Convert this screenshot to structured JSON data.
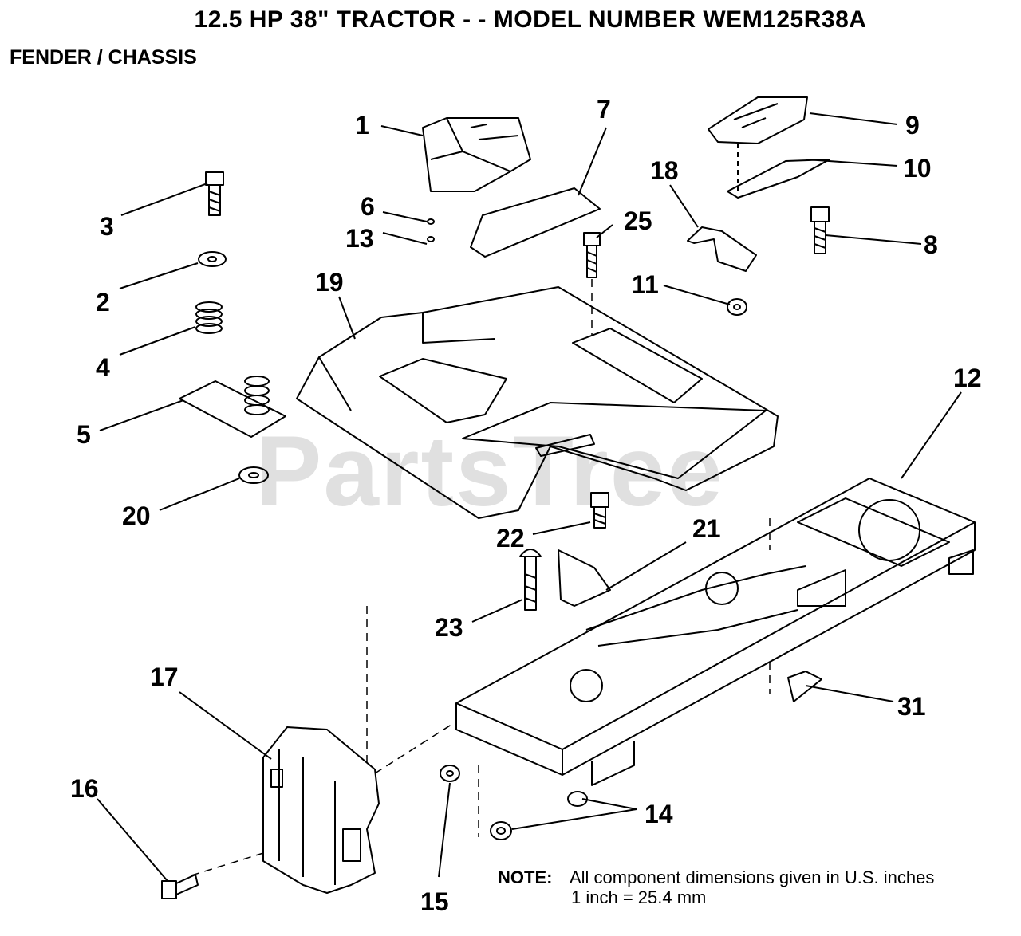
{
  "header": {
    "title": "12.5 HP 38\" TRACTOR - - MODEL NUMBER WEM125R38A",
    "section": "FENDER / CHASSIS"
  },
  "watermark": "PartsTree",
  "note": {
    "label": "NOTE:",
    "line1": "All component dimensions given in U.S. inches",
    "line2": "1 inch = 25.4 mm"
  },
  "callouts": [
    "1",
    "2",
    "3",
    "4",
    "5",
    "6",
    "7",
    "8",
    "9",
    "10",
    "11",
    "12",
    "13",
    "14",
    "15",
    "16",
    "17",
    "18",
    "19",
    "20",
    "21",
    "22",
    "23",
    "25",
    "31"
  ]
}
